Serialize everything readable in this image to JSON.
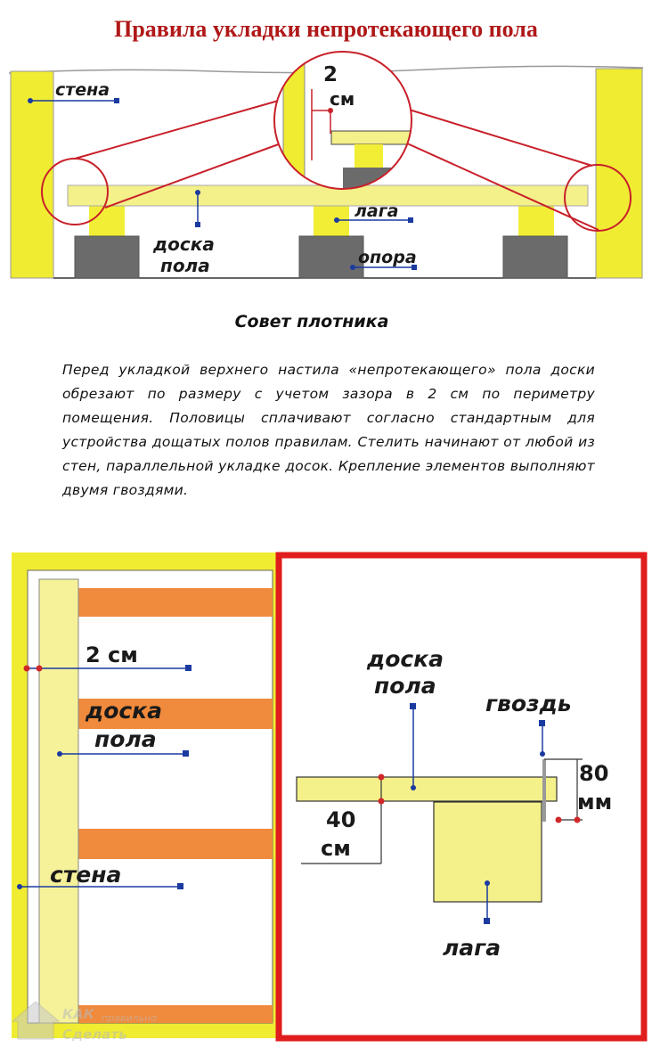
{
  "title": "Правила укладки непротекающего пола",
  "top_diagram": {
    "wall": "стена",
    "gap_value": "2",
    "gap_unit": "см",
    "joist": "лага",
    "board_line1": "доска",
    "board_line2": "пола",
    "support": "опора"
  },
  "subtitle": "Совет плотника",
  "advice_text": "Перед укладкой верхнего настила «непротекающего» пола доски обрезают по размеру с учетом зазора в 2 см по периметру помещения. Половицы сплачивают согласно стандартным для устройства дощатых полов правилам. Стелить начинают от любой из стен, параллельной укладке досок. Крепление элементов выполняют двумя гвоздями.",
  "bottom_left": {
    "gap": "2 см",
    "board_line1": "доска",
    "board_line2": "пола",
    "wall": "стена"
  },
  "bottom_right": {
    "board_line1": "доска",
    "board_line2": "пола",
    "nail": "гвоздь",
    "depth_value": "80",
    "depth_unit": "мм",
    "spacing_value": "40",
    "spacing_unit": "см",
    "joist": "лага"
  },
  "watermark_line1": "КАК",
  "watermark_line2": "правильно",
  "watermark_line3": "Сделать"
}
